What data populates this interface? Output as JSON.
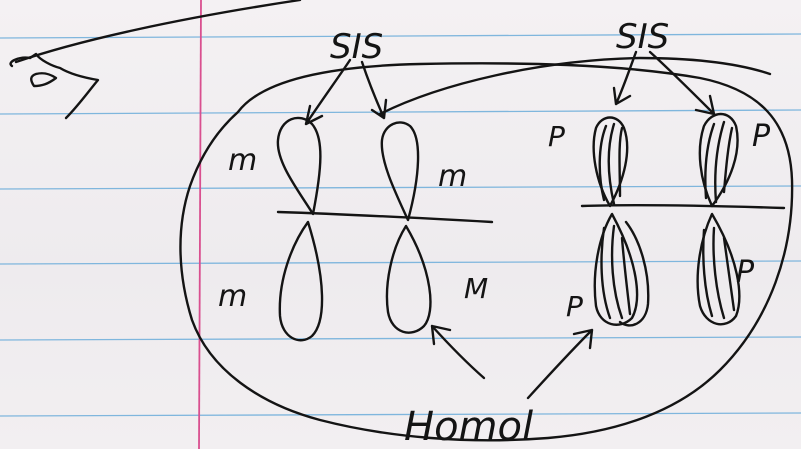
{
  "paper": {
    "rule_color": "#7fb6dd",
    "margin_color": "#d94f8f",
    "ink_color": "#141414"
  },
  "labels": {
    "sis_left": "SIS",
    "sis_right": "SIS",
    "homolog": "Homol",
    "maternal_upper_left": "m",
    "maternal_upper_right": "m",
    "maternal_lower_left": "m",
    "maternal_lower_right": "M",
    "paternal_upper_left": "P",
    "paternal_upper_right": "P",
    "paternal_lower_left": "P",
    "paternal_lower_right": "P"
  }
}
